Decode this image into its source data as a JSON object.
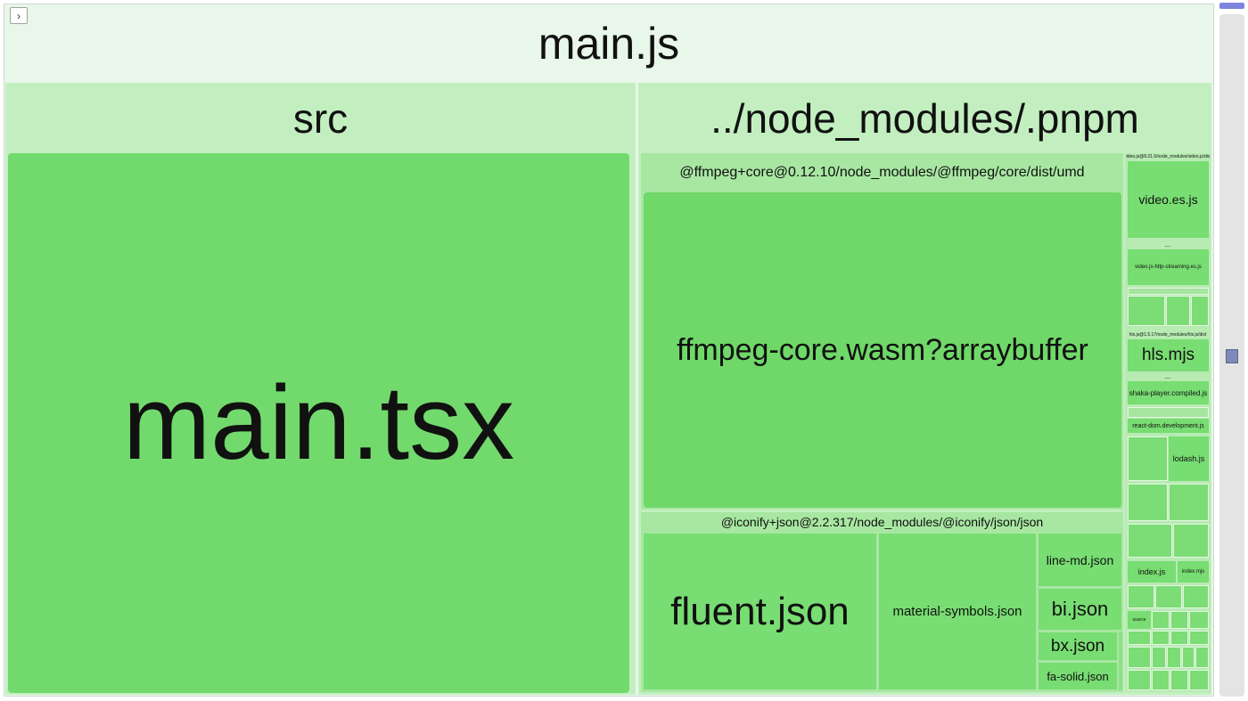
{
  "toggle_icon": "chevron-right-icon",
  "treemap": {
    "root": "main.js",
    "src": {
      "label": "src",
      "main_file": "main.tsx"
    },
    "node_modules": {
      "label": "../node_modules/.pnpm",
      "ffmpeg_group": "@ffmpeg+core@0.12.10/node_modules/@ffmpeg/core/dist/umd",
      "ffmpeg_file": "ffmpeg-core.wasm?arraybuffer",
      "iconify_group": "@iconify+json@2.2.317/node_modules/@iconify/json/json",
      "fluent": "fluent.json",
      "material_symbols": "material-symbols.json",
      "line_md": "line-md.json",
      "bi": "bi.json",
      "bx": "bx.json",
      "fa_solid": "fa-solid.json",
      "right_column": {
        "video_group": "video.js@8.21.0/node_modules/video.js/dist",
        "video_es": "video.es.js",
        "ellipsis": "...",
        "video_http": "video.js-http-streaming.es.js",
        "hls_group": "hls.js@1.5.17/node_modules/hls.js/dist",
        "hls": "hls.mjs",
        "shaka": "shaka-player.compiled.js",
        "react_dom": "react-dom.development.js",
        "lodash": "lodash.js",
        "index_js": "index.js",
        "index_mjs": "index.mjs",
        "source": "source"
      }
    }
  },
  "scrollbar_icon": "image-thumbnail-icon"
}
